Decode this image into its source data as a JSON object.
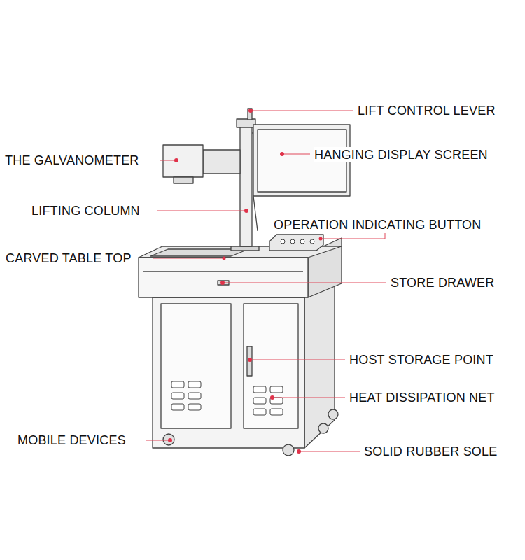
{
  "diagram": {
    "labels": [
      "LIFT CONTROL LEVER",
      "THE GALVANOMETER",
      "HANGING DISPLAY SCREEN",
      "LIFTING COLUMN",
      "OPERATION INDICATING BUTTON",
      "CARVED TABLE TOP",
      "STORE DRAWER",
      "HOST STORAGE POINT",
      "HEAT DISSIPATION NET",
      "MOBILE DEVICES",
      "SOLID RUBBER SOLE"
    ]
  }
}
